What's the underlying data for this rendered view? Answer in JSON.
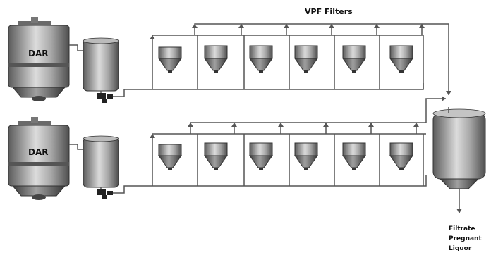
{
  "title": "VPF Filters",
  "units": [
    {
      "tank_label": "DAR",
      "filter_count": 6
    },
    {
      "tank_label": "DAR",
      "filter_count": 6
    }
  ],
  "output_label_lines": [
    "Filtrate",
    "Pregnant",
    "Liquor"
  ],
  "colors": {
    "line": "#555555",
    "metal": "#9a9a9a"
  }
}
